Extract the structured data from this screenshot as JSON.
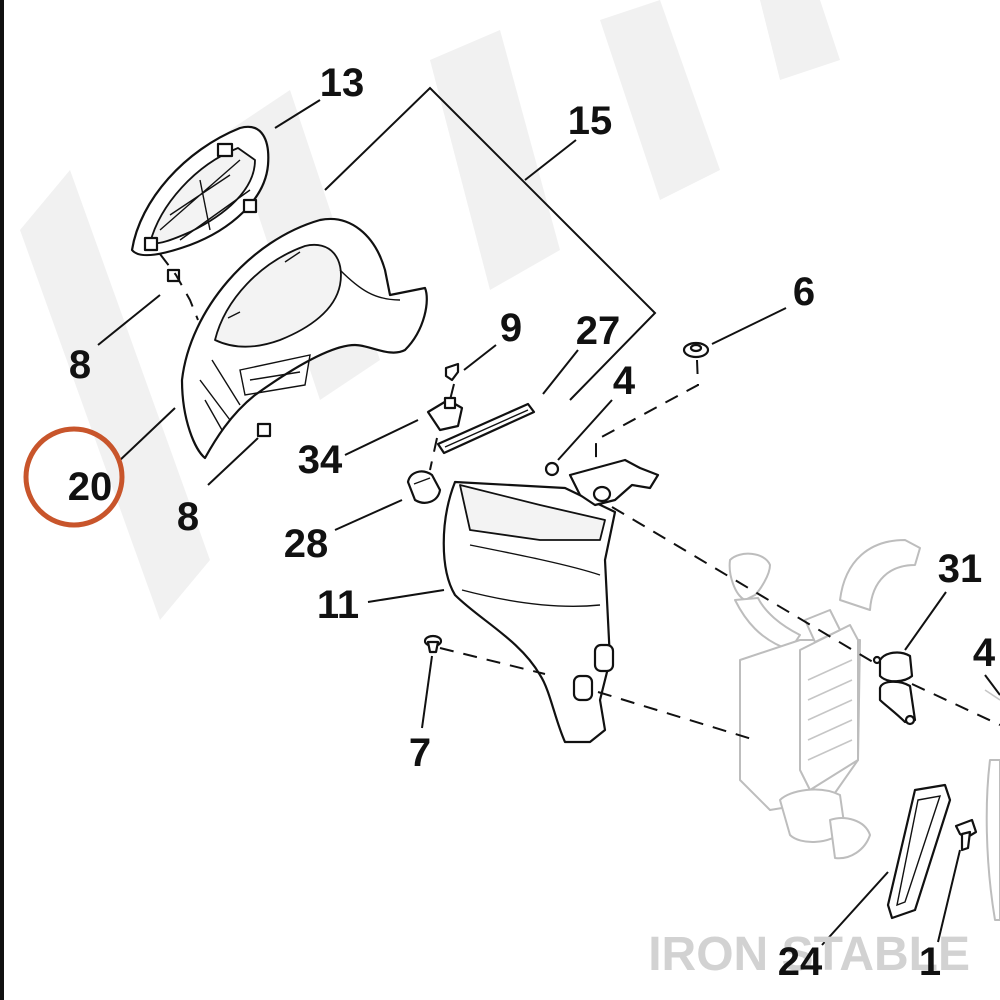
{
  "diagram": {
    "callouts": [
      {
        "id": "13",
        "label": "13"
      },
      {
        "id": "15",
        "label": "15"
      },
      {
        "id": "6",
        "label": "6"
      },
      {
        "id": "9",
        "label": "9"
      },
      {
        "id": "27",
        "label": "27"
      },
      {
        "id": "4a",
        "label": "4"
      },
      {
        "id": "8a",
        "label": "8"
      },
      {
        "id": "8b",
        "label": "8"
      },
      {
        "id": "20",
        "label": "20",
        "highlighted": true
      },
      {
        "id": "34",
        "label": "34"
      },
      {
        "id": "28",
        "label": "28"
      },
      {
        "id": "11",
        "label": "11"
      },
      {
        "id": "7",
        "label": "7"
      },
      {
        "id": "31",
        "label": "31"
      },
      {
        "id": "4b",
        "label": "4"
      },
      {
        "id": "24",
        "label": "24"
      },
      {
        "id": "1",
        "label": "1"
      }
    ],
    "watermark": {
      "text": "IRON STABLE",
      "color": "#cfcfcf"
    },
    "highlight_color": "#c8552b",
    "ink_color": "#111111"
  }
}
